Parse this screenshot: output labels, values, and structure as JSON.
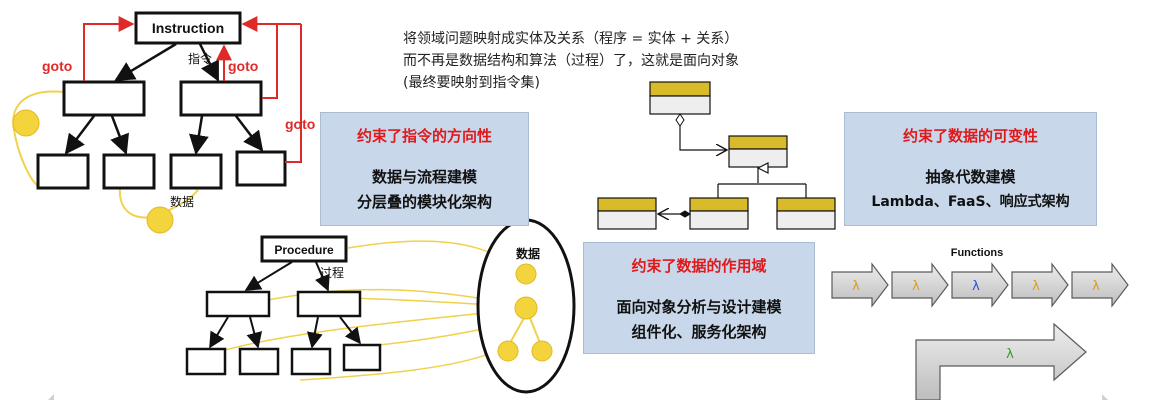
{
  "colors": {
    "box_fill": "#c8d8ea",
    "box_title": "#e0191b",
    "goto_arrow": "#e02a2a",
    "yellow": "#f3d43c",
    "uml_header": "#d9bb2a",
    "arrow_gray": "#cfcfcf",
    "lambda_orange": "#e0991e",
    "lambda_blue": "#2e4fd6",
    "lambda_green": "#2f9a2f"
  },
  "instruction_tree": {
    "root": "Instruction",
    "goto_label": "goto",
    "zhiling_label": "指令",
    "shuju_label": "数据"
  },
  "procedure_tree": {
    "root": "Procedure",
    "guocheng_label": "过程",
    "shuju_label": "数据"
  },
  "note_lines": [
    "将领域问题映射成实体及关系（程序 = 实体 + 关系）",
    "而不再是数据结构和算法（过程）了，这就是面向对象",
    "(最终要映射到指令集)"
  ],
  "boxes": {
    "instruction_direction": {
      "title": "约束了指令的方向性",
      "lines": [
        "数据与流程建模",
        "分层叠的模块化架构"
      ]
    },
    "data_mutability": {
      "title": "约束了数据的可变性",
      "lines": [
        "抽象代数建模",
        "Lambda、FaaS、响应式架构"
      ]
    },
    "data_scope": {
      "title": "约束了数据的作用域",
      "lines": [
        "面向对象分析与设计建模",
        "组件化、服务化架构"
      ]
    }
  },
  "functions": {
    "label": "Functions",
    "symbol": "λ",
    "arrow_colors": [
      "#e0991e",
      "#e0991e",
      "#2e4fd6",
      "#e0991e",
      "#e0991e"
    ],
    "big_arrow_color": "#2f9a2f"
  }
}
